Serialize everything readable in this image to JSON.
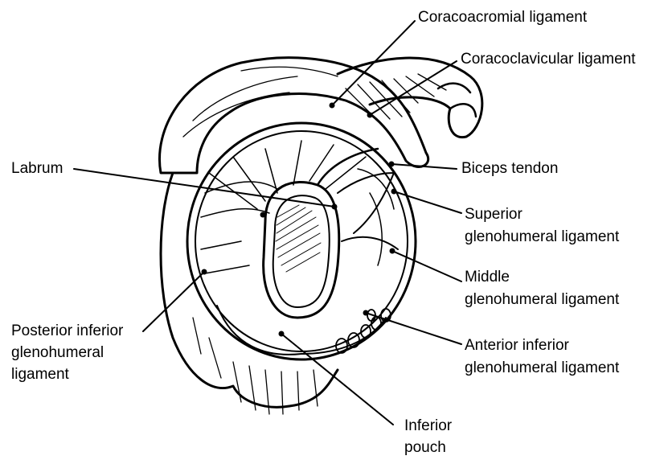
{
  "labels": {
    "coracoacromial": "Coracoacromial ligament",
    "coracoclavicular": "Coracoclavicular ligament",
    "labrum": "Labrum",
    "biceps": "Biceps tendon",
    "superior": [
      "Superior",
      "glenohumeral ligament"
    ],
    "middle": [
      "Middle",
      "glenohumeral ligament"
    ],
    "posterior_inferior": [
      "Posterior inferior",
      "glenohumeral",
      "ligament"
    ],
    "anterior_inferior": [
      "Anterior inferior",
      "glenohumeral ligament"
    ],
    "inferior_pouch": [
      "Inferior",
      "pouch"
    ]
  },
  "colors": {
    "ink": "#000000",
    "background": "#ffffff",
    "shade": "#dcdcdc"
  }
}
